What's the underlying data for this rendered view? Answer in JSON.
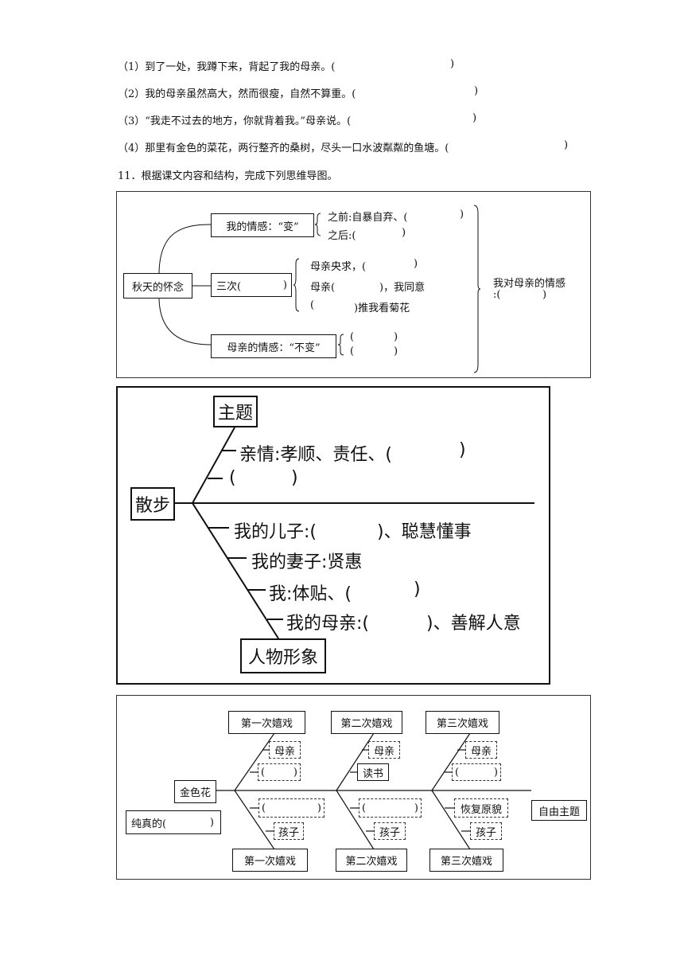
{
  "questions": [
    "（1）到了一处，我蹲下来，背起了我的母亲。(",
    "（2）我的母亲虽然高大，然而很瘦，自然不算重。(",
    "（3）“我走不过去的地方，你就背着我。”母亲说。(",
    "（4）那里有金色的菜花，两行整齐的桑树，尽头一口水波粼粼的鱼塘。("
  ],
  "close_paren": ")",
  "q11": "11．根据课文内容和结构，完成下列思维导图。",
  "map1": {
    "root": "秋天的怀念",
    "b1": "我的情感：“变”",
    "b1_items": [
      "之前:自暴自弃、(",
      "之后:("
    ],
    "b2": "三次(",
    "b2_items": [
      "母亲央求，(",
      "母亲(",
      "，我同意",
      "(",
      ")推我看菊花"
    ],
    "b3": "母亲的情感：“不变”",
    "b3_items": [
      "(",
      "("
    ],
    "right_label": "我对母亲的情感",
    "right_blank": ":("
  },
  "map2": {
    "top_box": "主题",
    "left_box": "散步",
    "bottom_box": "人物形象",
    "t1": "亲情:孝顺、责任、(",
    "t2": "(",
    "p1": "我的儿子:(",
    "p1b": ")、聪慧懂事",
    "p2": "我的妻子:贤惠",
    "p3": "我:体贴、(",
    "p4": "我的母亲:(",
    "p4b": ")、善解人意"
  },
  "map3": {
    "top": [
      "第一次嬉戏",
      "第二次嬉戏",
      "第三次嬉戏"
    ],
    "bottom": [
      "第一次嬉戏",
      "第二次嬉戏",
      "第三次嬉戏"
    ],
    "up_items": [
      [
        "母亲",
        "("
      ],
      [
        "母亲",
        "读书"
      ],
      [
        "母亲",
        "("
      ]
    ],
    "down_items": [
      [
        "(",
        "孩子"
      ],
      [
        "(",
        "孩子"
      ],
      [
        "恢复原貌",
        "孩子"
      ]
    ],
    "root": "金色花",
    "left": "纯真的(",
    "right": "自由主题"
  }
}
